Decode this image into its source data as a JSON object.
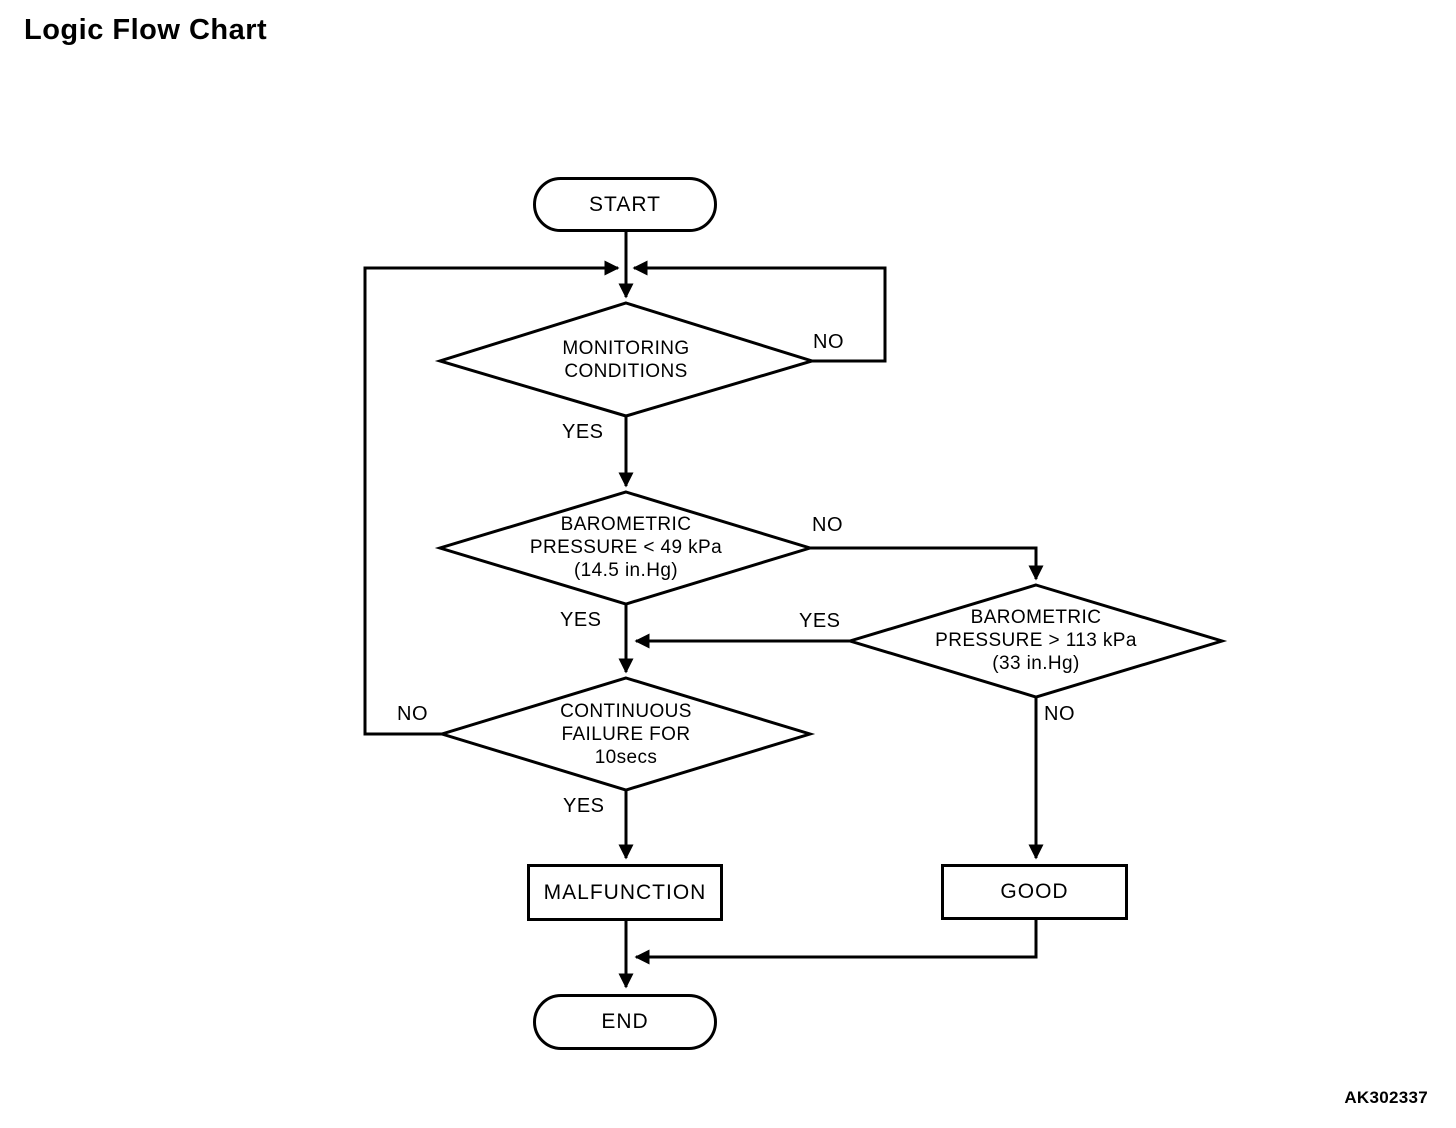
{
  "page": {
    "title": "Logic Flow Chart",
    "figure_id": "AK302337"
  },
  "flowchart": {
    "colors": {
      "line": "#000000",
      "background": "#ffffff"
    },
    "nodes": {
      "start": {
        "type": "terminator",
        "label": "START"
      },
      "monitoring": {
        "type": "decision",
        "lines": [
          "MONITORING",
          "CONDITIONS"
        ]
      },
      "baro_low": {
        "type": "decision",
        "lines": [
          "BAROMETRIC",
          "PRESSURE < 49 kPa",
          "(14.5 in.Hg)"
        ]
      },
      "baro_high": {
        "type": "decision",
        "lines": [
          "BAROMETRIC",
          "PRESSURE > 113 kPa",
          "(33 in.Hg)"
        ]
      },
      "continuous": {
        "type": "decision",
        "lines": [
          "CONTINUOUS",
          "FAILURE FOR",
          "10secs"
        ]
      },
      "malfunction": {
        "type": "process",
        "label": "MALFUNCTION"
      },
      "good": {
        "type": "process",
        "label": "GOOD"
      },
      "end": {
        "type": "terminator",
        "label": "END"
      }
    },
    "edge_labels": {
      "monitoring_no": "NO",
      "monitoring_yes": "YES",
      "baro_low_no": "NO",
      "baro_low_yes": "YES",
      "baro_high_yes": "YES",
      "baro_high_no": "NO",
      "continuous_no": "NO",
      "continuous_yes": "YES"
    }
  }
}
